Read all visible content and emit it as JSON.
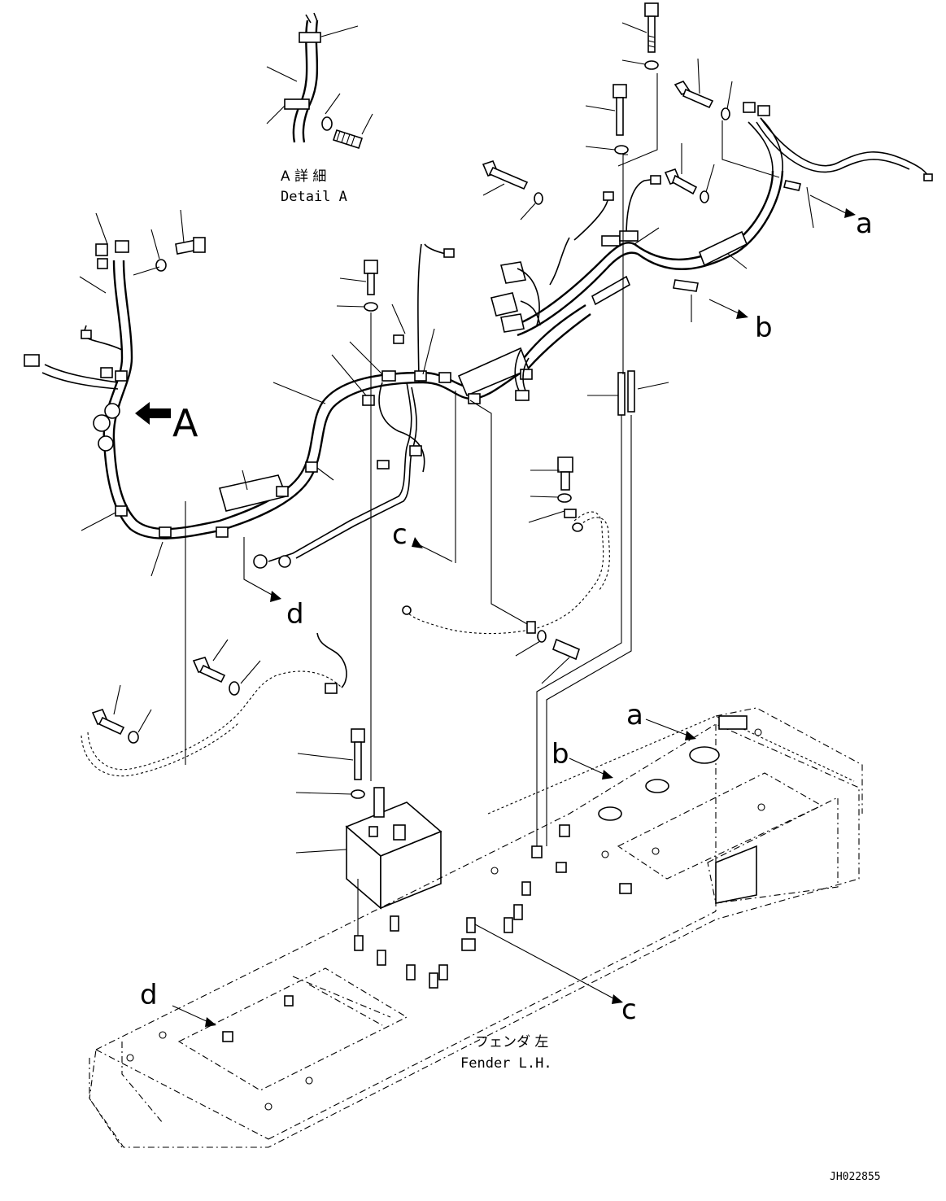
{
  "detail_title": {
    "jp": "A 詳 細",
    "en": "Detail A"
  },
  "view_marker": "A",
  "refs": {
    "a": "a",
    "b": "b",
    "c": "c",
    "d": "d"
  },
  "fender_label": {
    "jp": "フェンダ 左",
    "en": "Fender L.H."
  },
  "drawing_number": "JH022855"
}
